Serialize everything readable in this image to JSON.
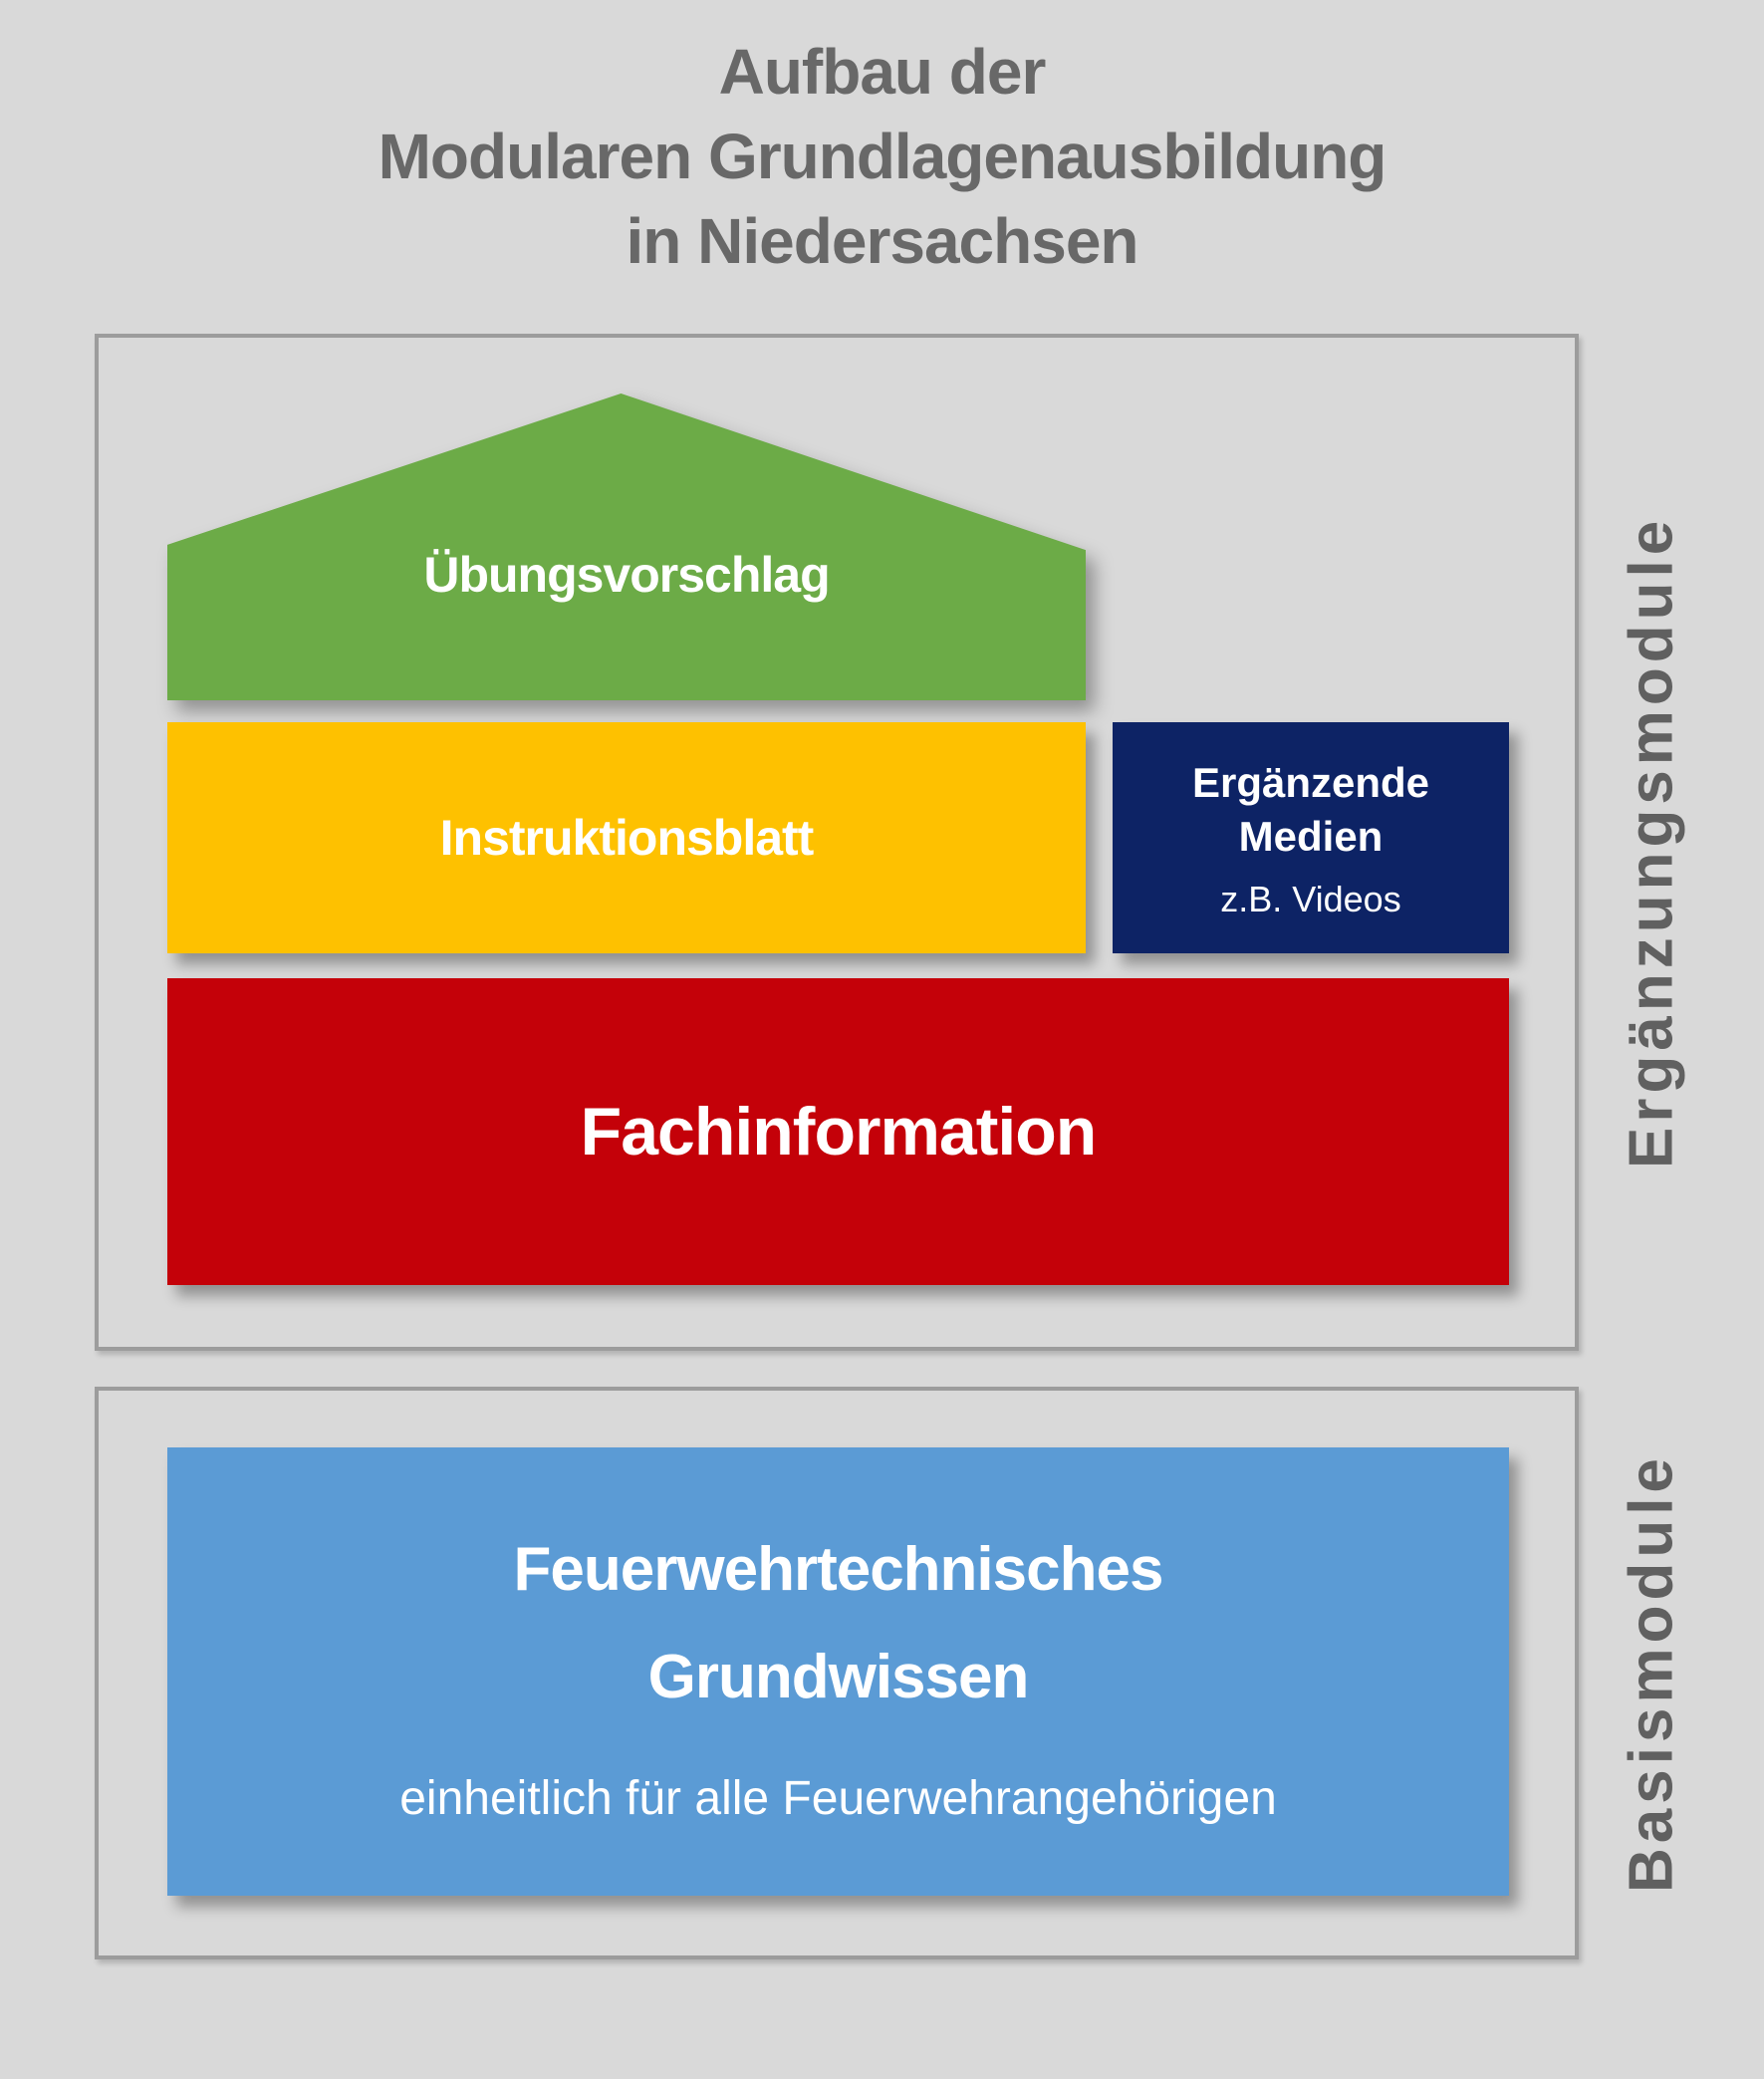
{
  "title": {
    "lines": [
      "Aufbau der",
      "Modularen Grundlagenausbildung",
      "in Niedersachsen"
    ]
  },
  "sections": {
    "ergaenzungsmodule": {
      "side_label": "Ergänzungsmodule",
      "uebungsvorschlag": {
        "label": "Übungsvorschlag"
      },
      "instruktionsblatt": {
        "label": "Instruktionsblatt"
      },
      "ergaenzende_medien": {
        "line1": "Ergänzende",
        "line2": "Medien",
        "subtitle": "z.B. Videos"
      },
      "fachinformation": {
        "label": "Fachinformation"
      }
    },
    "basismodule": {
      "side_label": "Basismodule",
      "grundwissen": {
        "line1": "Feuerwehrtechnisches",
        "line2": "Grundwissen",
        "subtitle": "einheitlich für alle Feuerwehrangehörigen"
      }
    }
  },
  "colors": {
    "background": "#d9d9d9",
    "frame_border": "#9c9c9c",
    "title_gray": "#686868",
    "side_label_gray": "#606060",
    "green": "#6cab47",
    "yellow": "#fec100",
    "navy": "#0d2365",
    "red": "#c40109",
    "blue": "#5b9bd5",
    "block_text": "#ffffff"
  }
}
